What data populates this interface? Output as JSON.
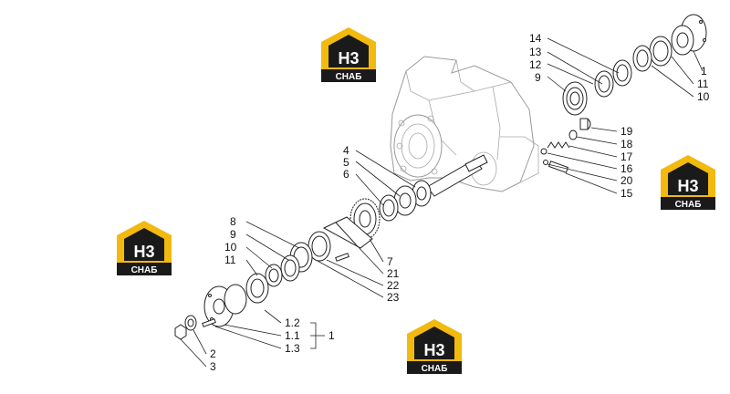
{
  "diagram": {
    "labels_right_top": [
      "14",
      "13",
      "12",
      "9",
      "1",
      "11",
      "10"
    ],
    "labels_right_mid": [
      "19",
      "18",
      "17",
      "16",
      "20",
      "15"
    ],
    "labels_center": [
      "4",
      "5",
      "6"
    ],
    "labels_left": [
      "8",
      "9",
      "10",
      "11"
    ],
    "labels_center_low": [
      "7",
      "21",
      "22",
      "23"
    ],
    "labels_bottom": [
      "1.2",
      "1.1",
      "1.3",
      "1",
      "2",
      "3"
    ]
  },
  "watermark": {
    "letters": "Н3",
    "caption": "СНАБ",
    "colors": {
      "yellow": "#f2b90f",
      "black": "#1a1a1a",
      "white": "#ffffff"
    }
  }
}
